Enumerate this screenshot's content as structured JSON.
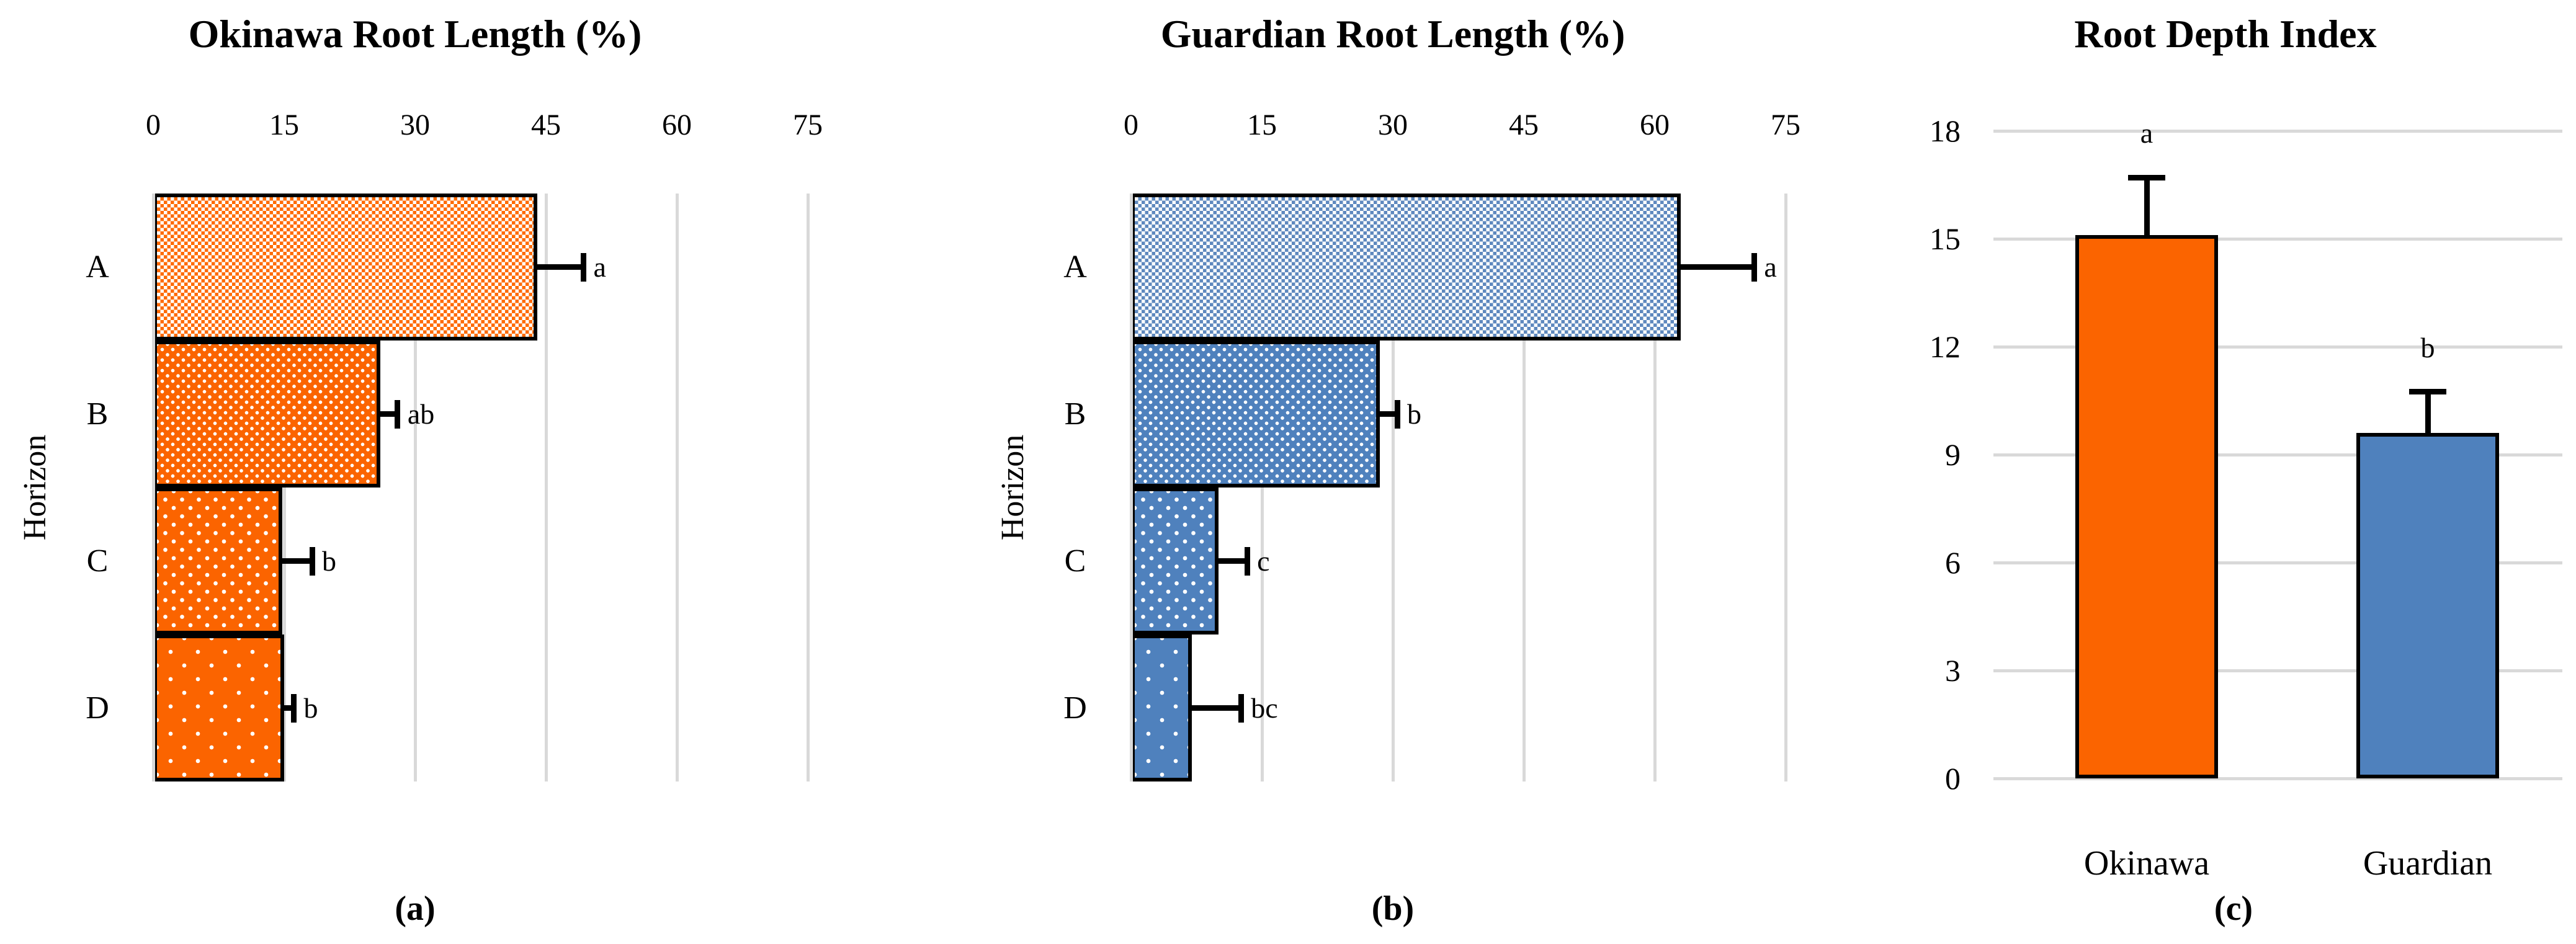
{
  "figure": {
    "background": "#ffffff",
    "gridline_color": "#D9D9D9",
    "bar_border_color": "#000000"
  },
  "chart_data": [
    {
      "id": "a",
      "type": "bar",
      "orientation": "horizontal",
      "title": "Okinawa Root Length (%)",
      "caption": "(a)",
      "axis_label": "Horizon",
      "ticks": [
        0,
        15,
        30,
        45,
        60,
        75
      ],
      "xlim": [
        0,
        75
      ],
      "categories": [
        "A",
        "B",
        "C",
        "D"
      ],
      "values": [
        44,
        26,
        14.8,
        15
      ],
      "errors_upper": [
        5.3,
        2.0,
        3.4,
        1.1
      ],
      "sig_labels": [
        "a",
        "ab",
        "b",
        "b"
      ],
      "bar_color": "#FB6400",
      "checker_color": "#FF6A00",
      "patterns": [
        "checkerboard",
        "dots-dense",
        "dots-medium",
        "dots-sparse"
      ],
      "grid": true,
      "legend": "none"
    },
    {
      "id": "b",
      "type": "bar",
      "orientation": "horizontal",
      "title": "Guardian Root Length (%)",
      "caption": "(b)",
      "axis_label": "Horizon",
      "ticks": [
        0,
        15,
        30,
        45,
        60,
        75
      ],
      "xlim": [
        0,
        75
      ],
      "categories": [
        "A",
        "B",
        "C",
        "D"
      ],
      "values": [
        63,
        28.5,
        10,
        7
      ],
      "errors_upper": [
        8.4,
        2.0,
        3.3,
        5.6
      ],
      "sig_labels": [
        "a",
        "b",
        "c",
        "bc"
      ],
      "bar_color": "#4F81BD",
      "checker_color": "#5E88BE",
      "patterns": [
        "checkerboard",
        "dots-dense",
        "dots-medium",
        "dots-sparse"
      ],
      "grid": true,
      "legend": "none"
    },
    {
      "id": "c",
      "type": "bar",
      "orientation": "vertical",
      "title": "Root Depth Index",
      "caption": "(c)",
      "ticks": [
        0,
        3,
        6,
        9,
        12,
        15,
        18
      ],
      "ylim": [
        0,
        18
      ],
      "categories": [
        "Okinawa",
        "Guardian"
      ],
      "values": [
        15.1,
        9.6
      ],
      "errors_upper": [
        1.6,
        1.15
      ],
      "sig_labels": [
        "a",
        "b"
      ],
      "bar_colors": [
        "#FB6400",
        "#4F81BD"
      ],
      "grid": true,
      "legend": "none"
    }
  ]
}
